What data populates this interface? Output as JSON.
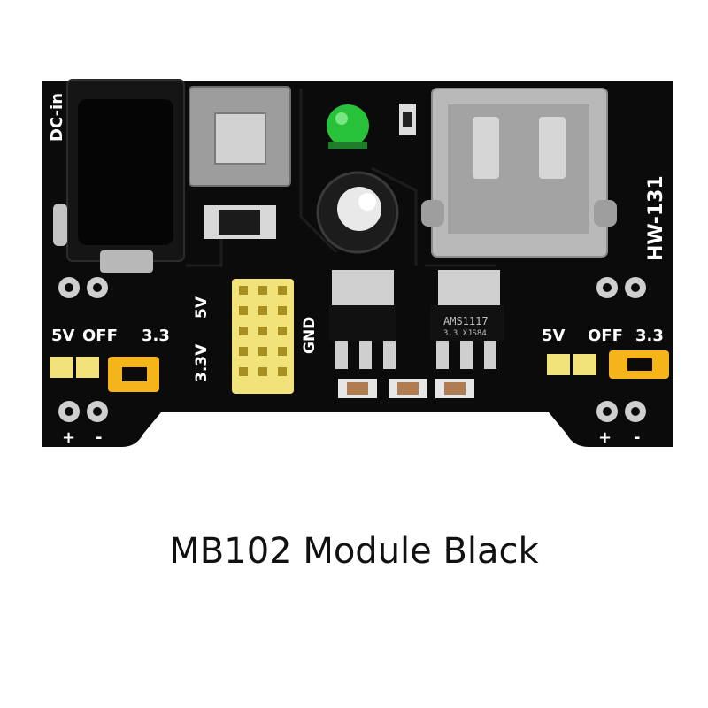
{
  "caption": "MB102 Module Black",
  "board": {
    "model_label": "HW-131",
    "dc_label": "DC-in",
    "left_rail": {
      "label_5v": "5V",
      "label_off": "OFF",
      "label_33": "3.3",
      "plus": "+",
      "minus": "-"
    },
    "right_rail": {
      "label_5v": "5V",
      "label_off": "OFF",
      "label_33": "3.3",
      "plus": "+",
      "minus": "-"
    },
    "center_header": {
      "label_5v": "5V",
      "label_33": "3.3V",
      "label_gnd": "GND"
    },
    "regulator_text": "AMS1117",
    "regulator_subtext": "3.3 XJS84",
    "colors": {
      "pcb": "#0b0b0b",
      "jumper": "#f4b41a",
      "header_pins": "#f2e27a",
      "led": "#27c23a",
      "metal": "#b9b9b9"
    }
  }
}
